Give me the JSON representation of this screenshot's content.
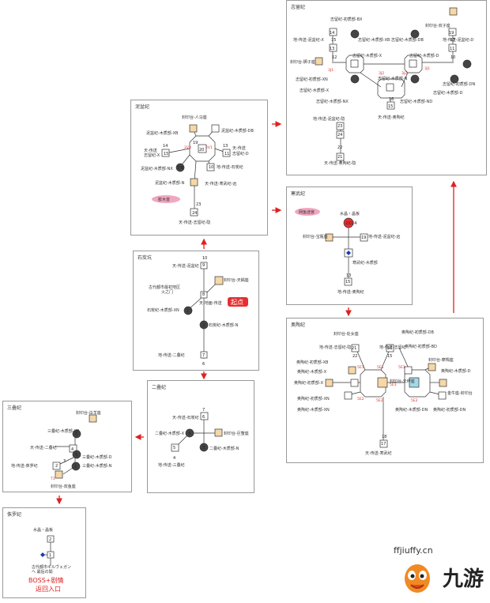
{
  "panels": {
    "p1": "石炭坑",
    "p2": "泥盆纪",
    "p3": "志留纪",
    "p4": "寒武纪",
    "p5": "奥陶纪",
    "p6": "二叠纪",
    "p7": "三叠纪",
    "p8": "侏罗纪"
  },
  "labels": {
    "start_badge": "起点",
    "pink_p2": "胶木首",
    "pink_p4": "网鱼迷宫",
    "boss1": "BOSS+剧情",
    "boss2": "返回入口",
    "crystal": "水晶・晶板",
    "crystal_p4": "水晶・晶板",
    "p8_bottom1": "古代都市ギルヴェガン",
    "p8_bottom2": "ヘ 最后の間",
    "p1_a": "天-传送-泥盆纪",
    "p1_b": "封印台-天蝎座",
    "p1_c": "古代都市最初地区",
    "p1_d": "火之门",
    "p1_e": "天-地面-传送",
    "p1_f": "石炭纪-木质部-XN",
    "p1_g": "石炭纪-木质部-N",
    "p1_h": "地-传送-二叠纪",
    "p2_a": "封印台-人马座",
    "p2_b": "泥盆纪-木质部-XB",
    "p2_c": "泥盆纪-木质部-DB",
    "p2_d": "天-传送",
    "p2_e": "志留纪-X",
    "p2_f": "天-传送",
    "p2_g": "志留纪-D",
    "p2_h": "泥盆纪-木质部-NX",
    "p2_i": "地-传送-石炭纪",
    "p2_j": "泥盆纪-木质部-N",
    "p2_k": "天-传送-寒武纪-远",
    "p2_l": "天-传送-志留纪-隐",
    "p3_a": "志留纪-初质部-BX",
    "p3_b": "封印台-双子座",
    "p3_c": "地-传送-泥盆纪-X",
    "p3_d": "志留纪-木质部-XB",
    "p3_e": "志留纪-木质部-DB",
    "p3_f": "地-传送-泥盆纪-D",
    "p3_g": "封印台-狮子座",
    "p3_h": "志留纪-木质部-X",
    "p3_i": "志留纪-木质部-D",
    "p3_j": "志留纪-初质部-XN",
    "p3_k": "志留纪-初质部-DN",
    "p3_l": "志留纪-木质部-X",
    "p3_m": "志留纪-木质部-N",
    "p3_n": "志留纪-木质部-D",
    "p3_o": "志留纪-木质部-NX",
    "p3_p": "志留纪-木质部-ND",
    "p3_q": "天-传送-奥陶纪",
    "p3_r": "地-传送-泥盆纪-隐",
    "p3_s": "天-传送-奥陶纪-隐",
    "p4_a": "封印台-宝瓶座",
    "p4_b": "地-传送-泥盆纪-远",
    "p4_c": "寒武纪-木质部",
    "p4_d": "地-传送-奥陶纪",
    "p5_a": "封印台-处女座",
    "p5_b": "奥陶纪-初质部-DB",
    "p5_c": "地-传送-志留纪-隐",
    "p5_d": "地-传送-志留纪",
    "p5_e": "奥陶纪-初质部-XB",
    "p5_f": "奥陶纪-初质部-BD",
    "p5_g": "奥陶纪-木质部-X",
    "p5_h": "封印台-摩羯座",
    "p5_i": "奥陶纪-木质部-D",
    "p5_j": "奥陶纪-初质部-X",
    "p5_k": "封印台-天秤座",
    "p5_l": "金牛座-封印台",
    "p5_m": "奥陶纪-初质部-XN",
    "p5_n": "奥陶纪-木质部-XN",
    "p5_o": "奥陶纪-木质部-DN",
    "p5_p": "奥陶纪-初质部-DN",
    "p5_q": "天-传送-寒武纪",
    "p6_a": "天-传送-石炭纪",
    "p6_b": "二叠纪-木质部-X",
    "p6_c": "封印台-巨蟹座",
    "p6_d": "二叠纪-木质部-N",
    "p6_e": "地-传送-三叠纪",
    "p7_a": "封印台-白羊座",
    "p7_b": "三叠纪-木质部-XB",
    "p7_c": "天-传送-二叠纪",
    "p7_d": "三叠纪-木质部-D",
    "p7_e": "地-传送-侏罗纪",
    "p7_f": "三叠纪-木质部-N",
    "p7_g": "封印台-双鱼座"
  },
  "watermark": {
    "url": "ffjiuffy.cn",
    "logo": "九游"
  },
  "colors": {
    "arrow": "#e02020",
    "dark_node": "#444444",
    "seal": "#f6d7a8",
    "badge": "#e53030",
    "pink": "#f1a7c0",
    "teal": "#a6d8e6"
  }
}
